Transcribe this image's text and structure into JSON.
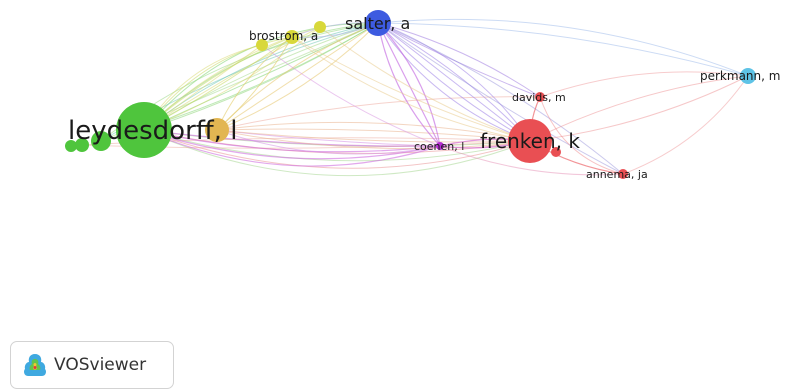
{
  "app": "VOSviewer",
  "nodes": [
    {
      "id": "leydesdorff",
      "label": "leydesdorff, l",
      "cluster": "green",
      "weight": 1.0
    },
    {
      "id": "frenken",
      "label": "frenken, k",
      "cluster": "red",
      "weight": 0.85
    },
    {
      "id": "salter",
      "label": "salter, a",
      "cluster": "blue",
      "weight": 0.55
    },
    {
      "id": "brostrom",
      "label": "brostrom, a",
      "cluster": "yellow",
      "weight": 0.35
    },
    {
      "id": "davids",
      "label": "davids, m",
      "cluster": "red",
      "weight": 0.2
    },
    {
      "id": "coenen",
      "label": "coenen, l",
      "cluster": "purple",
      "weight": 0.2
    },
    {
      "id": "annema",
      "label": "annema, ja",
      "cluster": "red",
      "weight": 0.2
    },
    {
      "id": "perkmann",
      "label": "perkmann, m",
      "cluster": "cyan",
      "weight": 0.3
    }
  ],
  "colors": {
    "green": "#4fc53d",
    "red": "#e94f53",
    "blue": "#3d5be0",
    "yellow": "#d8d83a",
    "orange": "#e2b652",
    "purple": "#b52ed3",
    "cyan": "#5ec3e6"
  }
}
